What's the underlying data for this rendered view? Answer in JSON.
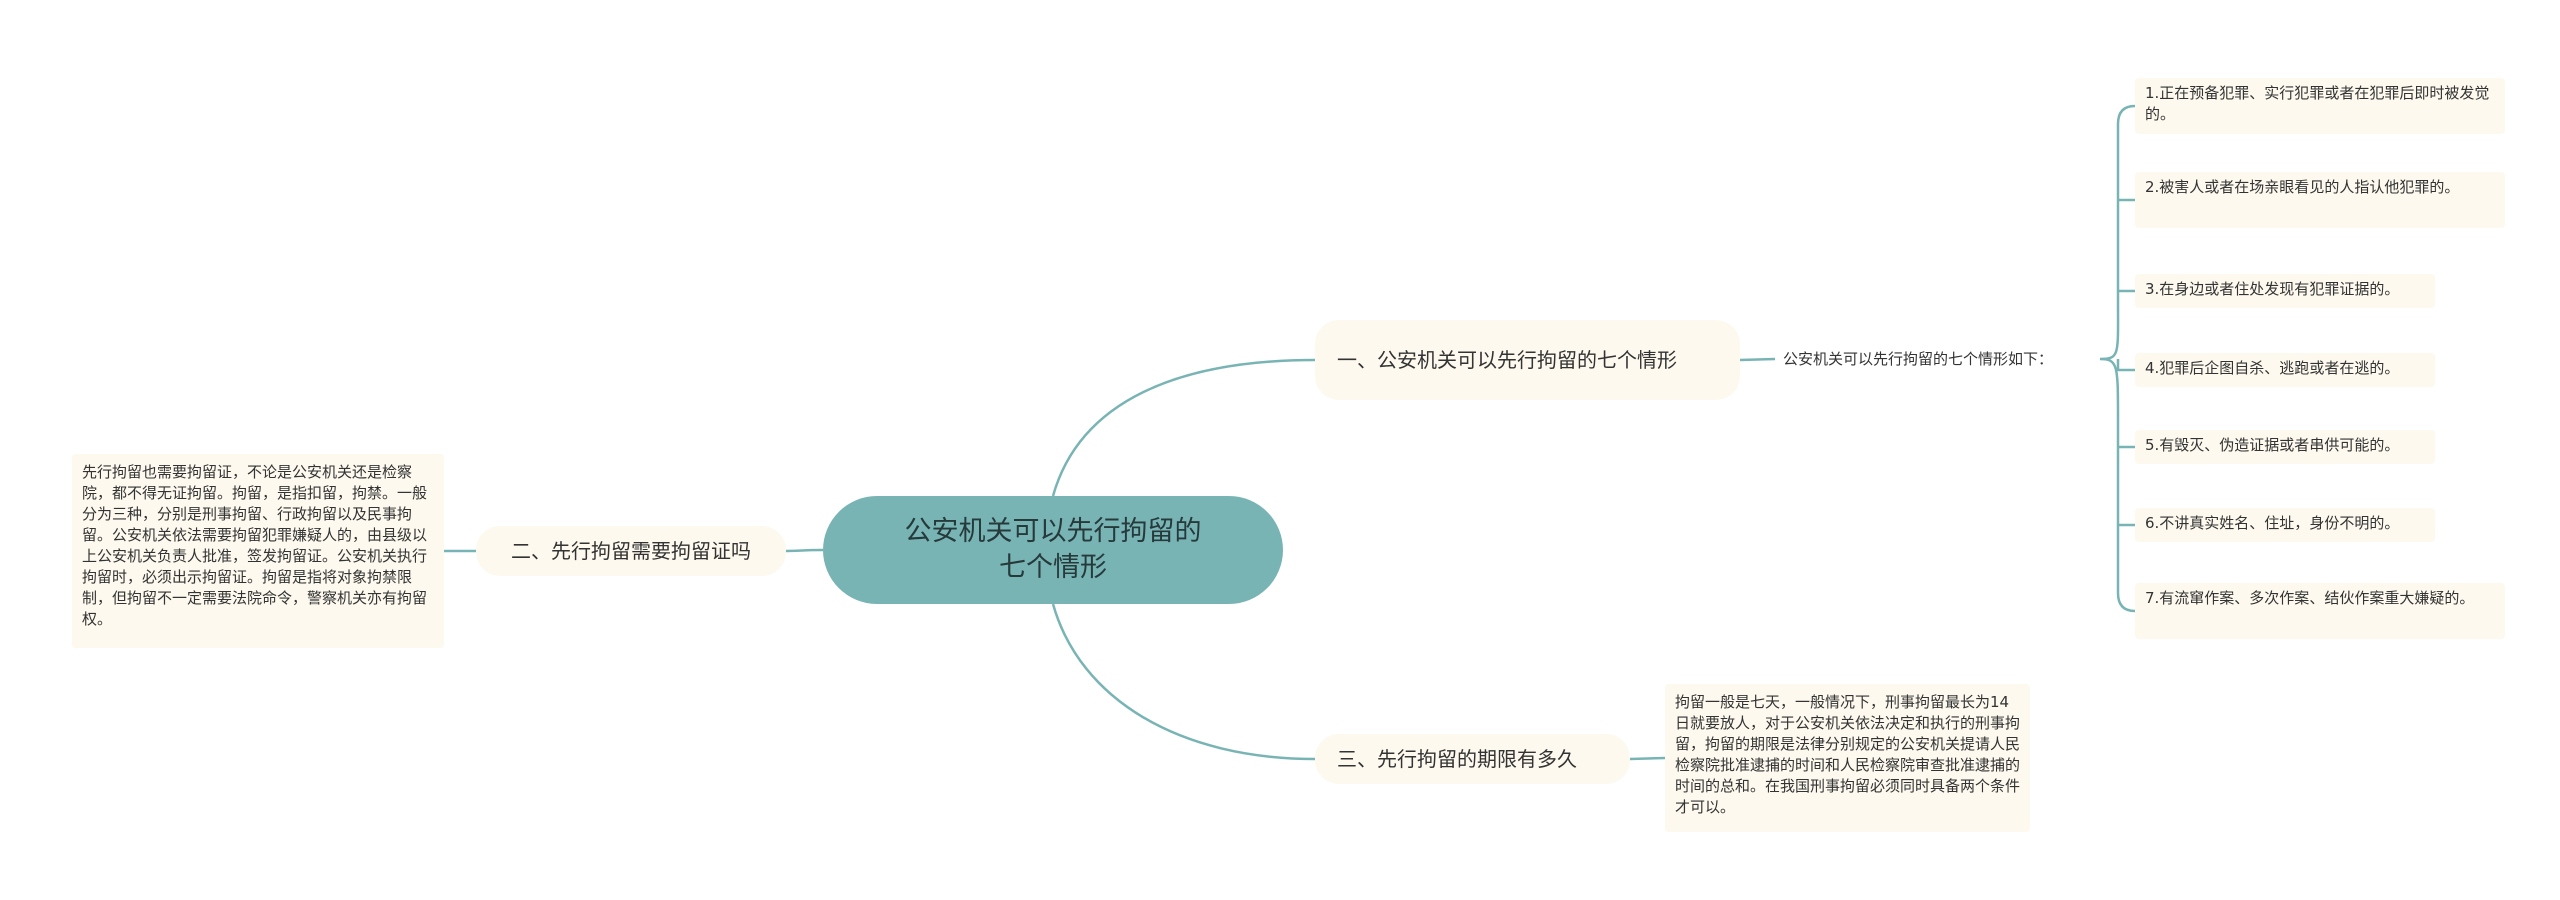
{
  "colors": {
    "root_fill": "#79b4b5",
    "link": "#79b4b5",
    "node_fill": "#fdf9ee"
  },
  "root": {
    "label": "公安机关可以先行拘留的七个情形"
  },
  "branch1": {
    "label": "一、公安机关可以先行拘留的七个情形",
    "sub_label": "公安机关可以先行拘留的七个情形如下：",
    "items": [
      "1.正在预备犯罪、实行犯罪或者在犯罪后即时被发觉的。",
      "2.被害人或者在场亲眼看见的人指认他犯罪的。",
      "3.在身边或者住处发现有犯罪证据的。",
      "4.犯罪后企图自杀、逃跑或者在逃的。",
      "5.有毁灭、伪造证据或者串供可能的。",
      "6.不讲真实姓名、住址，身份不明的。",
      "7.有流窜作案、多次作案、结伙作案重大嫌疑的。"
    ]
  },
  "branch2": {
    "label": "二、先行拘留需要拘留证吗",
    "note": "先行拘留也需要拘留证，不论是公安机关还是检察院，都不得无证拘留。拘留，是指扣留，拘禁。一般分为三种，分别是刑事拘留、行政拘留以及民事拘留。公安机关依法需要拘留犯罪嫌疑人的，由县级以上公安机关负责人批准，签发拘留证。公安机关执行拘留时，必须出示拘留证。拘留是指将对象拘禁限制，但拘留不一定需要法院命令，警察机关亦有拘留权。"
  },
  "branch3": {
    "label": "三、先行拘留的期限有多久",
    "note": "拘留一般是七天，一般情况下，刑事拘留最长为14日就要放人，对于公安机关依法决定和执行的刑事拘留，拘留的期限是法律分别规定的公安机关提请人民检察院批准逮捕的时间和人民检察院审查批准逮捕的时间的总和。在我国刑事拘留必须同时具备两个条件才可以。"
  }
}
